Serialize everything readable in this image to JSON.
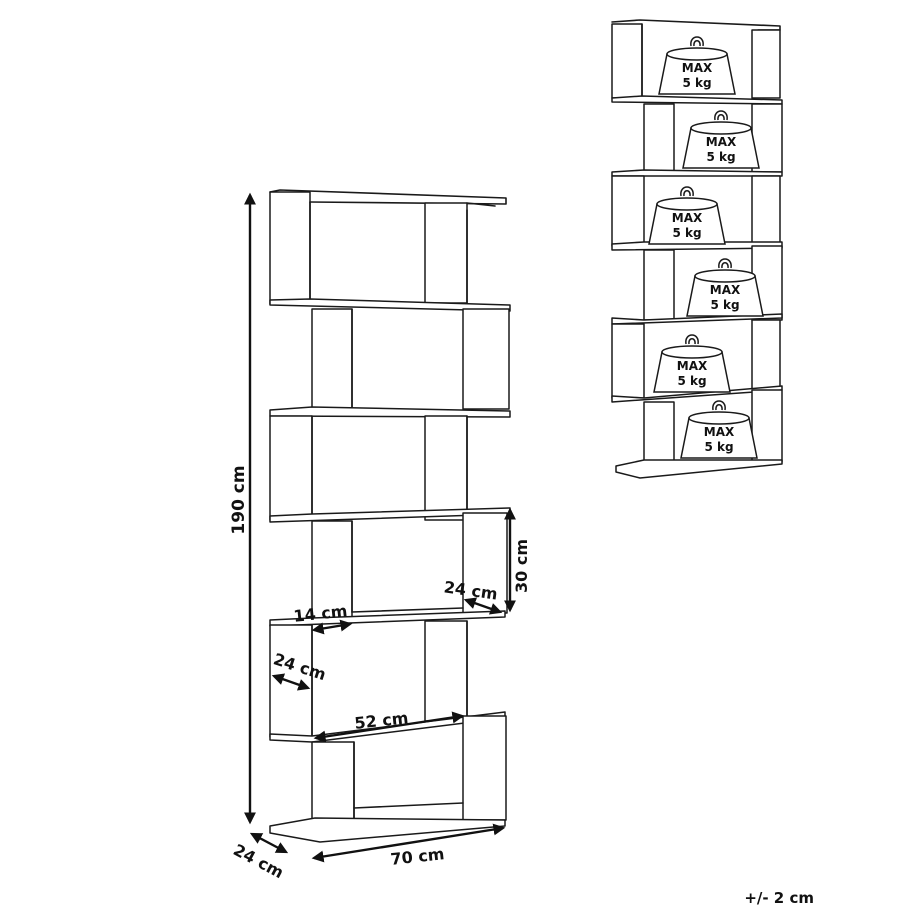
{
  "dimensions": {
    "height": "190 cm",
    "width": "70 cm",
    "depth": "24 cm",
    "compartment_height": "30 cm",
    "compartment_depth": "24 cm",
    "side_depth": "24 cm",
    "side_width": "14 cm",
    "inner_width": "52 cm"
  },
  "load": {
    "label_top": "MAX",
    "label_bottom": "5 kg",
    "count": 6
  },
  "tolerance": "+/- 2 cm"
}
